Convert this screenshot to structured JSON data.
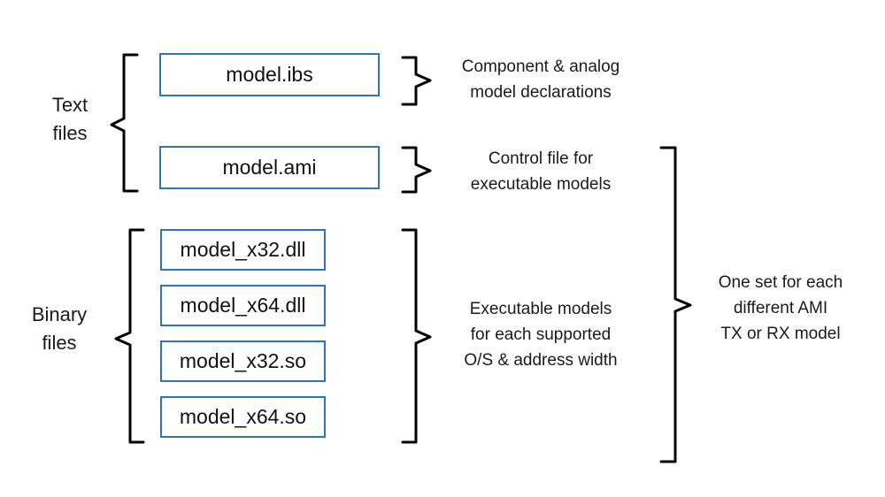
{
  "groups": {
    "text": {
      "label_lines": [
        "Text",
        "files"
      ]
    },
    "binary": {
      "label_lines": [
        "Binary",
        "files"
      ]
    }
  },
  "files": {
    "ibs": "model.ibs",
    "ami": "model.ami",
    "x32_dll": "model_x32.dll",
    "x64_dll": "model_x64.dll",
    "x32_so": "model_x32.so",
    "x64_so": "model_x64.so"
  },
  "descriptions": {
    "ibs": [
      "Component & analog",
      "model declarations"
    ],
    "ami": [
      "Control file for",
      "executable models"
    ],
    "binaries": [
      "Executable models",
      "for each supported",
      "O/S & address width"
    ],
    "set": [
      "One set for each",
      "different AMI",
      "TX or RX model"
    ]
  },
  "colors": {
    "box_border": "#2e75b6",
    "brace": "#000000",
    "text": "#1a1a1a"
  }
}
